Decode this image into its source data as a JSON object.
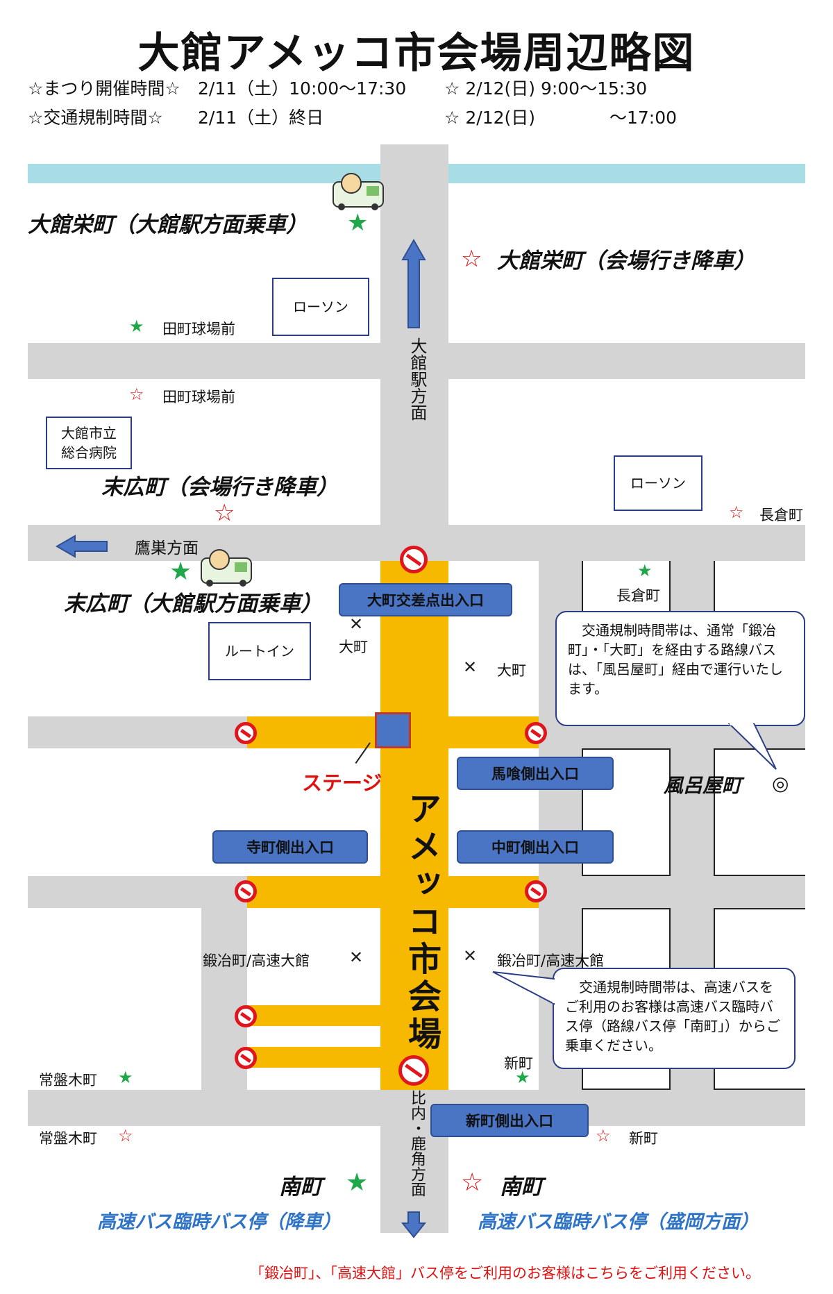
{
  "title": "大館アメッコ市会場周辺略図",
  "info": {
    "event_hours_label": "☆まつり開催時間☆",
    "event_day1": "2/11（土）10:00～17:30",
    "event_day2": "☆ 2/12(日) 9:00～15:30",
    "traffic_label": "☆交通規制時間☆",
    "traffic_day1": "2/11（土）終日",
    "traffic_day2": "☆ 2/12(日)",
    "traffic_day2_time": "～17:00"
  },
  "buildings": {
    "lawson1": "ローソン",
    "lawson2": "ローソン",
    "hospital_line1": "大館市立",
    "hospital_line2": "総合病院",
    "route_inn": "ルートイン"
  },
  "stops": {
    "sakaecho_depart": "大館栄町（大館駅方面乗車）",
    "sakaecho_arrive": "大館栄町（会場行き降車）",
    "tamachi_g": "田町球場前",
    "tamachi_r": "田町球場前",
    "suehirocho_arrive": "末広町（会場行き降車）",
    "suehirocho_depart": "末広町（大館駅方面乗車）",
    "nagakuramachi_g": "長倉町",
    "nagakuramachi_r": "長倉町",
    "omachi_left": "大町",
    "omachi_right": "大町",
    "furoyamachi": "風呂屋町",
    "kajimachi_left": "鍛冶町/高速大館",
    "kajimachi_right": "鍛冶町/高速大館",
    "shinmachi_g": "新町",
    "shinmachi_r": "新町",
    "tokiwagi_g": "常盤木町",
    "tokiwagi_r": "常盤木町",
    "minami_left": "南町",
    "minami_right": "南町",
    "highway_drop": "高速バス臨時バス停（降車）",
    "highway_morioka": "高速バス臨時バス停（盛岡方面）"
  },
  "entrances": {
    "omachi_crossing": "大町交差点出入口",
    "bakuro": "馬喰側出入口",
    "teramachi": "寺町側出入口",
    "nakamachi": "中町側出入口",
    "shinmachi": "新町側出入口"
  },
  "directions": {
    "odate_station": "大館駅方面",
    "takanosu": "鷹巣方面",
    "hinai_kazuno": "比内・鹿角方面"
  },
  "venue": {
    "name": "アメッコ市会場",
    "stage": "ステージ"
  },
  "bubbles": {
    "bubble1": "　交通規制時間帯は、通常「鍛冶町」・「大町」を経由する路線バスは、「風呂屋町」経由で運行いたします。",
    "bubble2": "　交通規制時間帯は、高速バスをご利用のお客様は高速バス臨時バス停（路線バス停「南町」）からご乗車ください。"
  },
  "footer_note": "「鍛冶町」、「高速大館」バス停をご利用のお客様はこちらをご利用ください。",
  "symbols": {
    "green_star": "★",
    "red_star": "☆",
    "furoyamachi_mark": "◎"
  },
  "colors": {
    "road": "#d4d4d4",
    "river": "#a8dde6",
    "venue": "#f7b900",
    "entrance_label": "#4a74c4",
    "no_entry": "#e0161e",
    "green_star": "#1fa84a",
    "red_star": "#e01010",
    "stage_text": "#e01010"
  }
}
